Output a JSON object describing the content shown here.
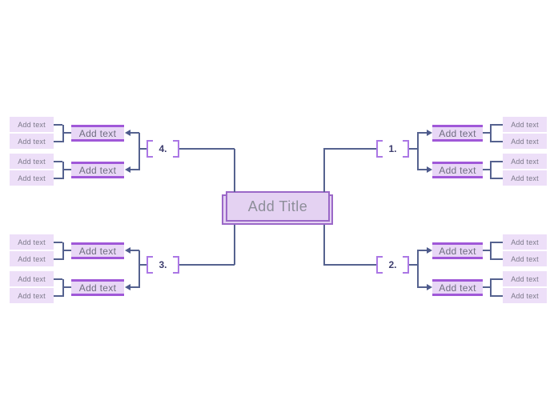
{
  "canvas": {
    "background": "#ffffff"
  },
  "title": {
    "label": "Add Title"
  },
  "branches": [
    {
      "number": "1.",
      "side": "right",
      "position": "top",
      "topics": [
        {
          "label": "Add text",
          "subtopics": [
            "Add text",
            "Add text"
          ]
        },
        {
          "label": "Add text",
          "subtopics": [
            "Add text",
            "Add text"
          ]
        }
      ]
    },
    {
      "number": "2.",
      "side": "right",
      "position": "bottom",
      "topics": [
        {
          "label": "Add text",
          "subtopics": [
            "Add text",
            "Add text"
          ]
        },
        {
          "label": "Add text",
          "subtopics": [
            "Add text",
            "Add text"
          ]
        }
      ]
    },
    {
      "number": "3.",
      "side": "left",
      "position": "bottom",
      "topics": [
        {
          "label": "Add text",
          "subtopics": [
            "Add text",
            "Add text"
          ]
        },
        {
          "label": "Add text",
          "subtopics": [
            "Add text",
            "Add text"
          ]
        }
      ]
    },
    {
      "number": "4.",
      "side": "left",
      "position": "top",
      "topics": [
        {
          "label": "Add text",
          "subtopics": [
            "Add text",
            "Add text"
          ]
        },
        {
          "label": "Add text",
          "subtopics": [
            "Add text",
            "Add text"
          ]
        }
      ]
    }
  ],
  "colors": {
    "connector_line": "#55628f",
    "arrowhead": "#4d5a8c",
    "bracket": "#ab77e5",
    "branch_number_text": "#3d3d6e",
    "topic_fill": "#e8d7f6",
    "topic_border": "#a058d8",
    "topic_text": "#6f6c80",
    "subtopic_fill": "#eddff8",
    "subtopic_text": "#7b7889",
    "center_fill": "#e4d2f2",
    "center_border": "#9b68c8",
    "center_text": "#8d8e99"
  }
}
